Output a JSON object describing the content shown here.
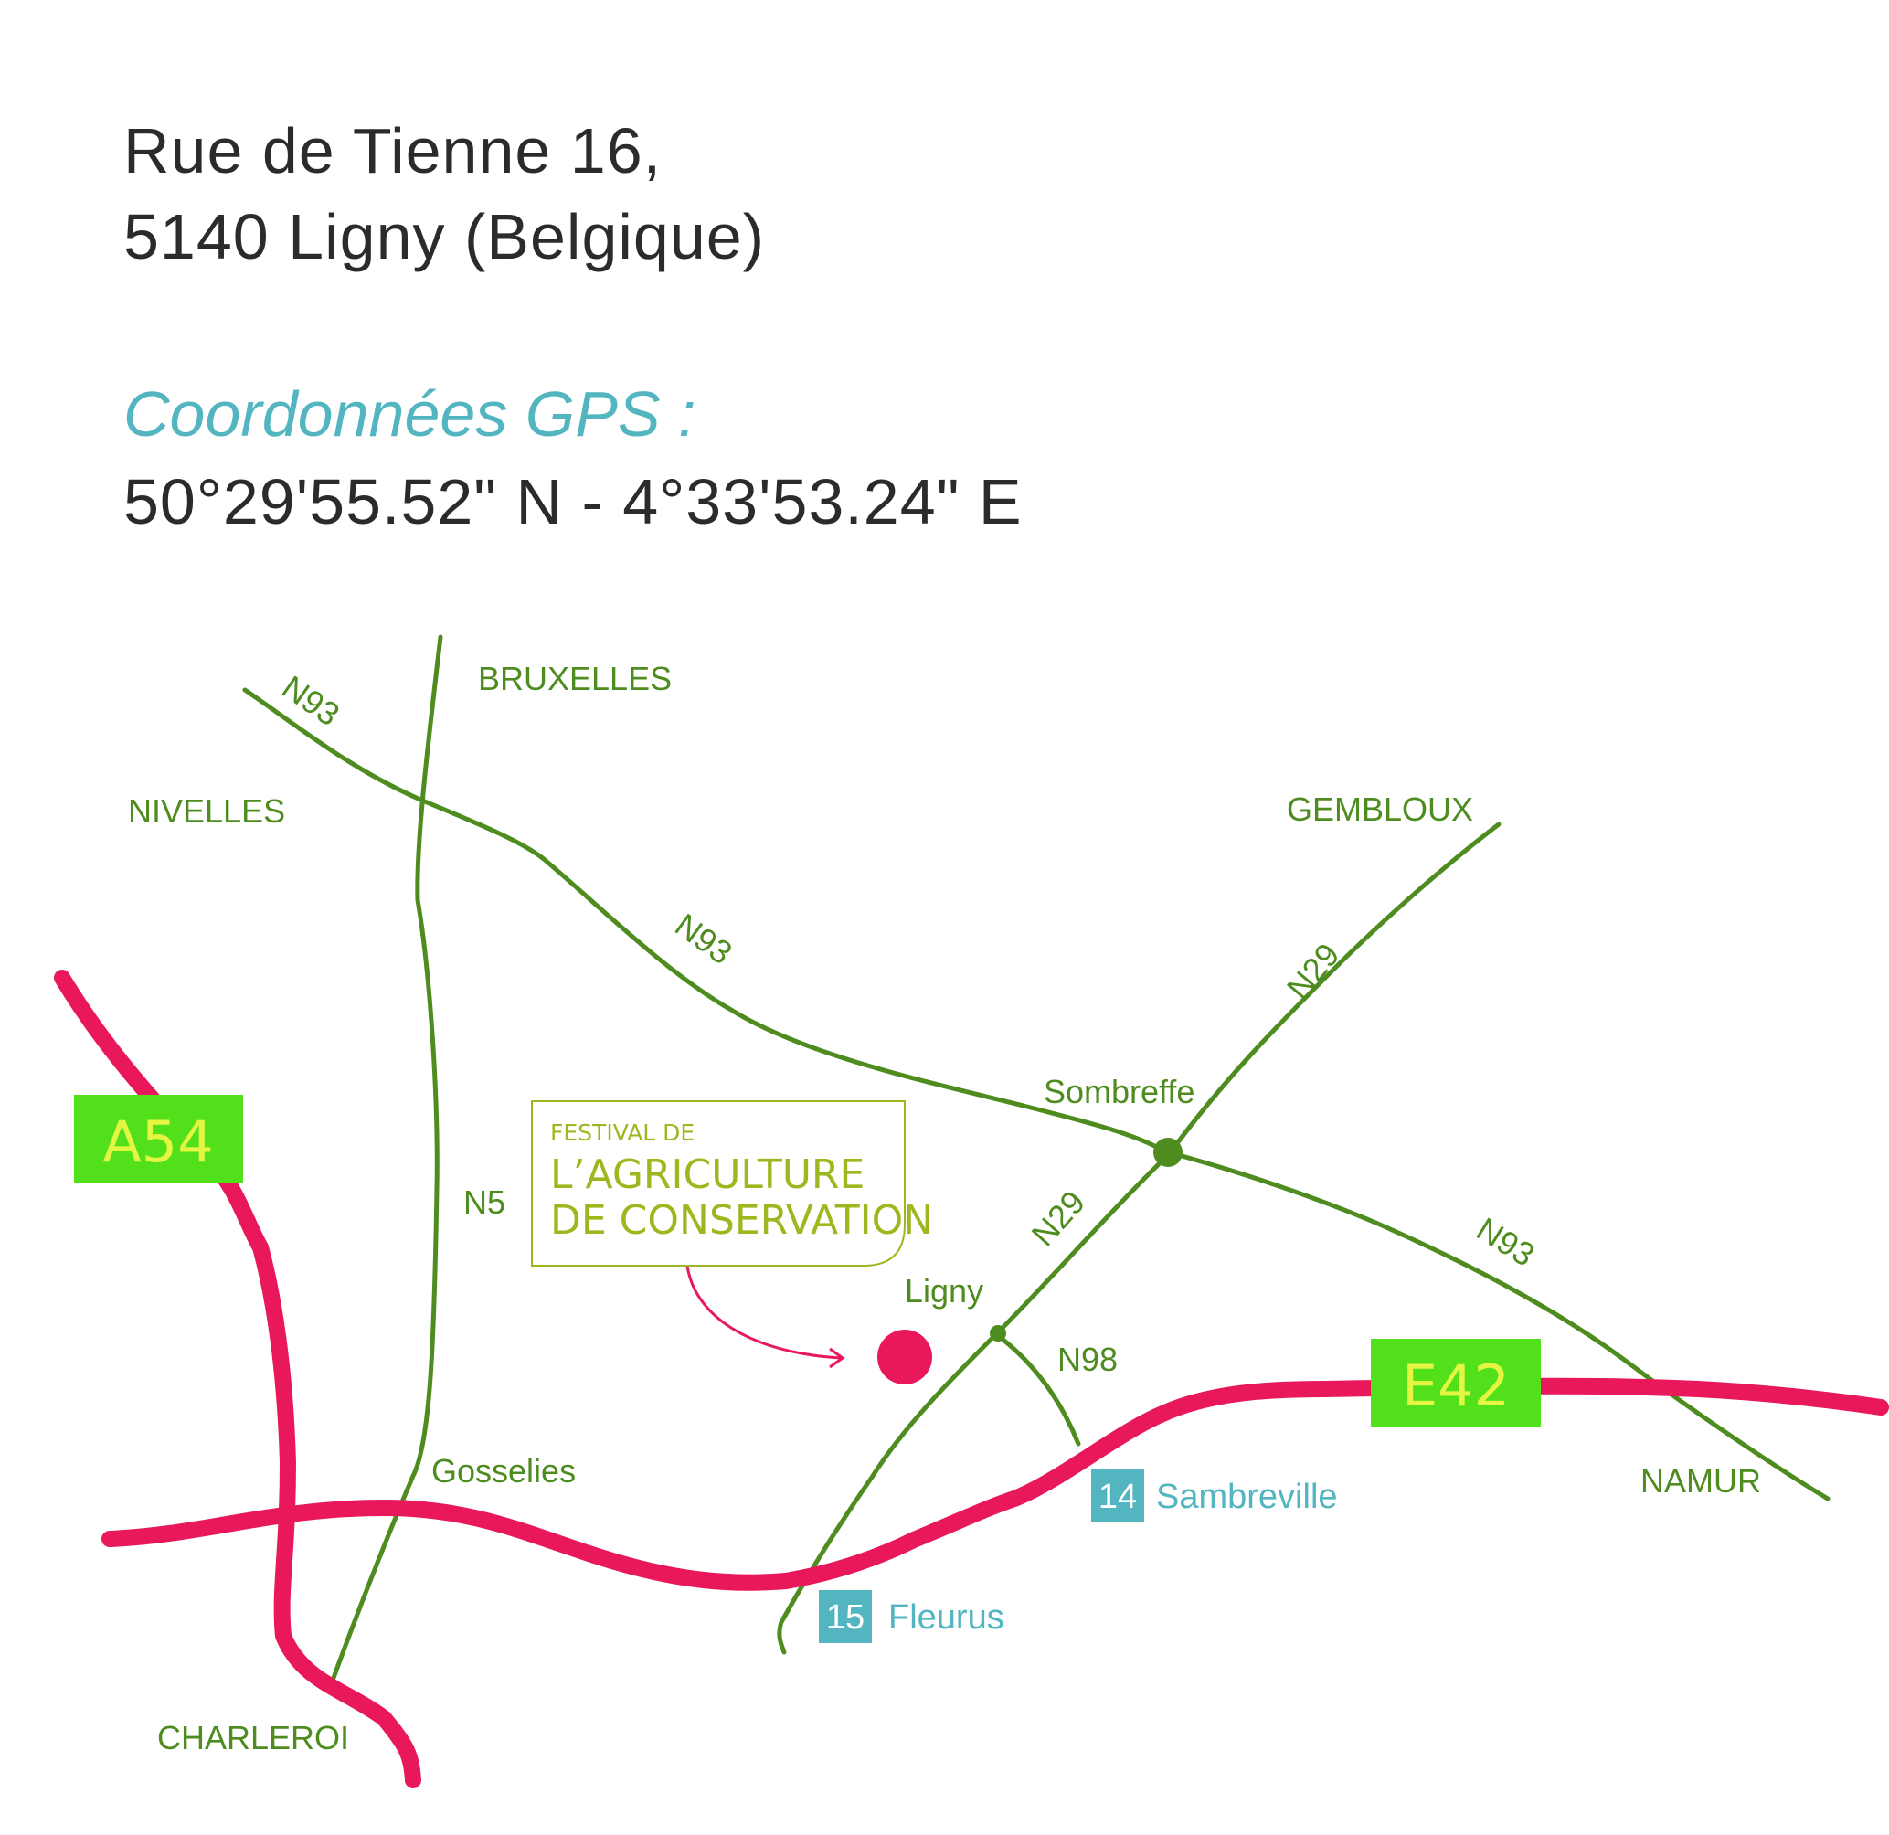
{
  "address": {
    "line1": "Rue de Tienne 16,",
    "line2": "5140 Ligny (Belgique)"
  },
  "gps": {
    "title": "Coordonnées GPS :",
    "coordinates": "50°29'55.52\" N - 4°33'53.24\" E"
  },
  "map": {
    "cities": {
      "bruxelles": "BRUXELLES",
      "nivelles": "NIVELLES",
      "gembloux": "GEMBLOUX",
      "sombreffe": "Sombreffe",
      "ligny": "Ligny",
      "gosselies": "Gosselies",
      "charleroi": "CHARLEROI",
      "namur": "NAMUR"
    },
    "roads": {
      "n93": "N93",
      "n29": "N29",
      "n5": "N5",
      "n98": "N98"
    },
    "highways": {
      "a54": "A54",
      "e42": "E42"
    },
    "exits": [
      {
        "number": "14",
        "name": "Sambreville"
      },
      {
        "number": "15",
        "name": "Fleurus"
      }
    ],
    "logo": {
      "line1": "FESTIVAL DE",
      "line2": "L’AGRICULTURE",
      "line3": "DE CONSERVATION"
    },
    "colors": {
      "road": "#4e8c1f",
      "highway": "#e8185a",
      "highway_badge": "#52e01a",
      "highway_badge_text": "#e4f542",
      "exit_badge": "#52b5c0",
      "logo": "#9cb81f"
    }
  }
}
